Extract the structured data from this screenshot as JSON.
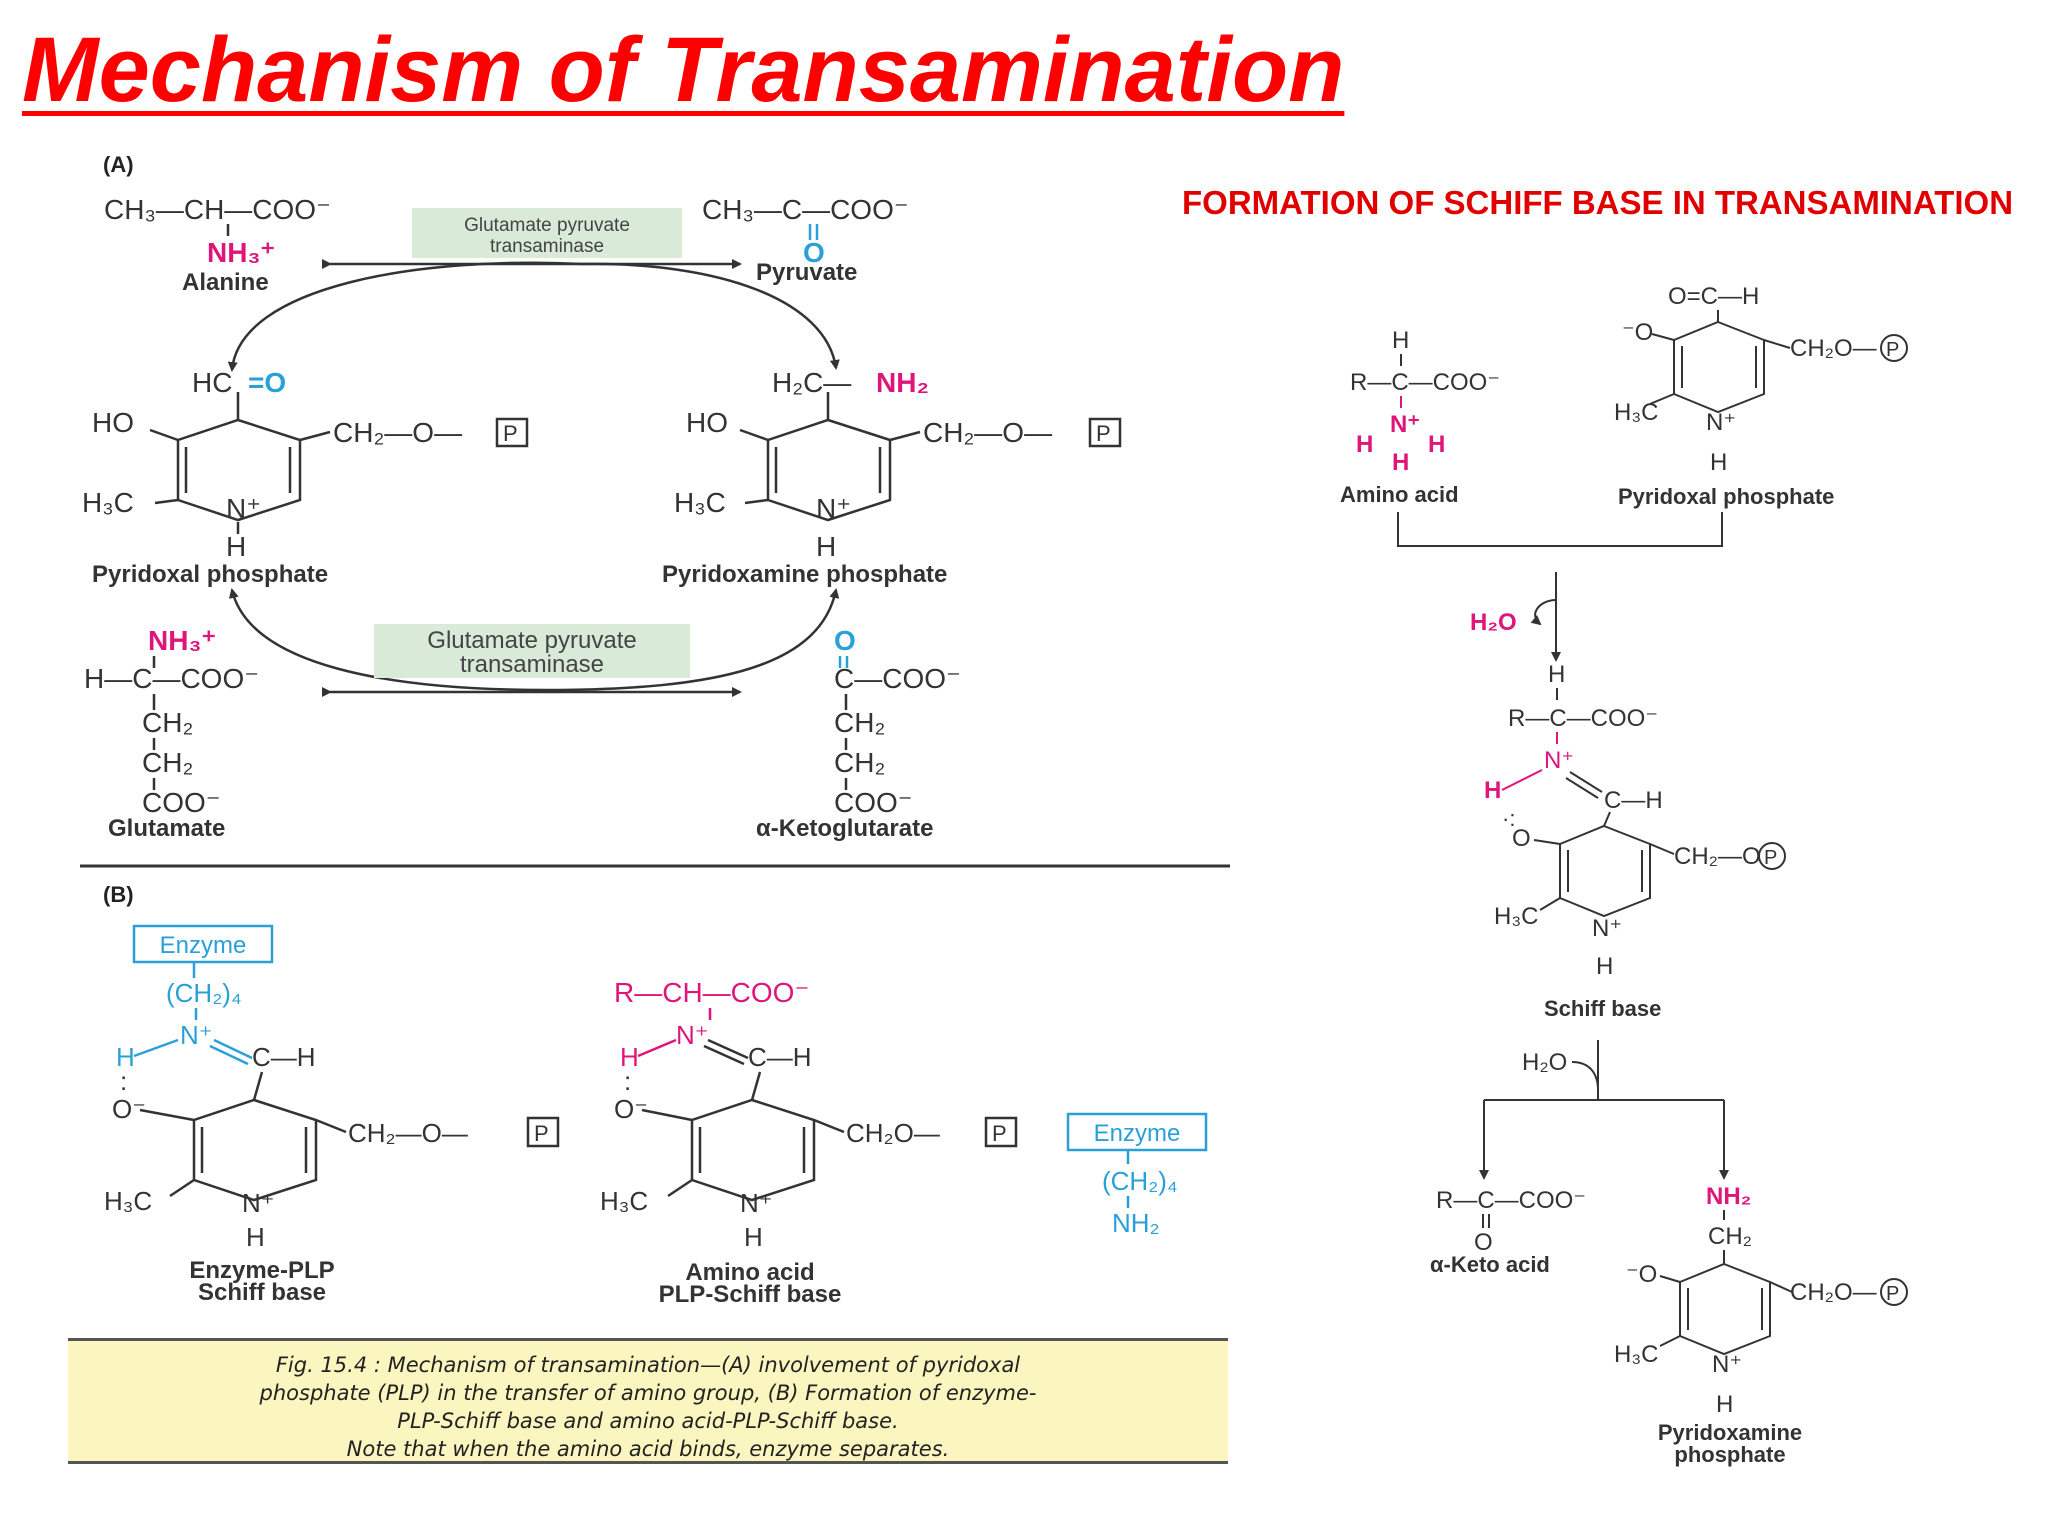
{
  "title": "Mechanism of Transamination",
  "right_panel": {
    "heading": "FORMATION OF SCHIFF BASE IN TRANSAMINATION",
    "labels": {
      "amino_acid": "Amino acid",
      "pyridoxal_phosphate": "Pyridoxal phosphate",
      "water_in": "H₂O",
      "schiff_base": "Schiff base",
      "water_2": "H₂O",
      "keto_acid": "α-Keto acid",
      "pyridoxamine_1": "Pyridoxamine",
      "pyridoxamine_2": "phosphate"
    }
  },
  "panel_a": {
    "tag": "(A)",
    "alanine": "Alanine",
    "pyruvate": "Pyruvate",
    "enzyme_top_1": "Glutamate pyruvate",
    "enzyme_top_2": "transaminase",
    "plp": "Pyridoxal phosphate",
    "pmp": "Pyridoxamine phosphate",
    "enzyme_bottom_1": "Glutamate pyruvate",
    "enzyme_bottom_2": "transaminase",
    "glutamate": "Glutamate",
    "ketoglutarate": "α-Ketoglutarate"
  },
  "panel_b": {
    "tag": "(B)",
    "enzyme": "Enzyme",
    "enzyme_plp_1": "Enzyme-PLP",
    "enzyme_plp_2": "Schiff base",
    "amino_plp_1": "Amino acid",
    "amino_plp_2": "PLP-Schiff base"
  },
  "caption": {
    "line1": "Fig. 15.4 : Mechanism of transamination—(A) involvement of pyridoxal",
    "line2": "phosphate (PLP) in the transfer of amino group, (B) Formation of enzyme-",
    "line3": "PLP-Schiff base and amino acid-PLP-Schiff base.",
    "line4": "Note that when the amino acid binds, enzyme separates."
  },
  "colors": {
    "title": "#ff0000",
    "amino": "#e0157a",
    "oxo": "#2aa0d8",
    "enzyme_box": "#d9ead9",
    "caption_bg": "#fbf6bf"
  }
}
